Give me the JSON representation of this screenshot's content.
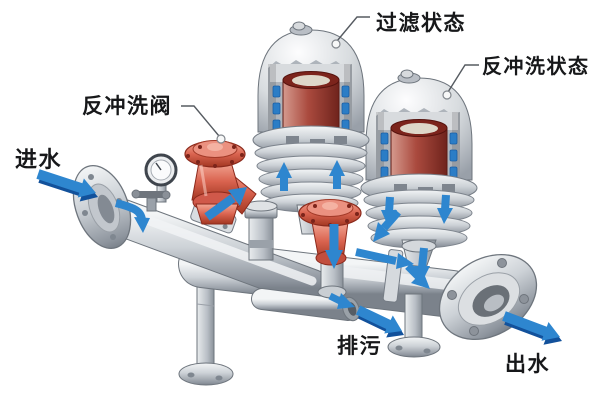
{
  "labels": {
    "filter_state": "过滤状态",
    "backwash_state": "反冲洗状态",
    "backwash_valve": "反冲洗阀",
    "inlet": "进水",
    "drain": "排污",
    "outlet": "出水"
  },
  "colors": {
    "background": "#ffffff",
    "flow_arrow_blue": "#2e86cf",
    "flow_arrow_dark_blue": "#12519b",
    "valve_red": "#da6450",
    "cartridge_red": "#aa4a3e",
    "metal_gray": "#cdd2d7",
    "outline_gray": "#6e757d",
    "label_text": "#17181a"
  }
}
